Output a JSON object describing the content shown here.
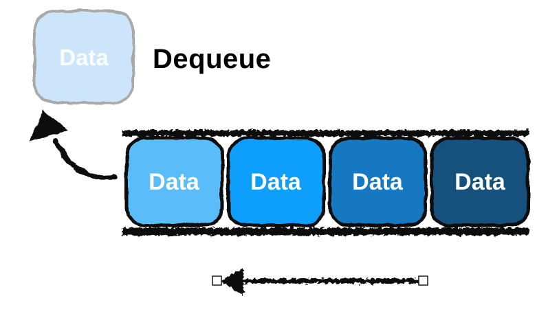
{
  "diagram": {
    "title": "Dequeue",
    "dequeued_item": {
      "label": "Data",
      "color": "#cde5fa",
      "border_color": "#a9a9a9",
      "label_color": "#ffffff"
    },
    "queue": {
      "items": [
        {
          "label": "Data",
          "color": "#5abcf8"
        },
        {
          "label": "Data",
          "color": "#0a9ffb"
        },
        {
          "label": "Data",
          "color": "#1878c1"
        },
        {
          "label": "Data",
          "color": "#17517e"
        }
      ],
      "label_color": "#ffffff",
      "rail_color": "#0d0d0d"
    },
    "arrows": {
      "dequeue_arrow": {
        "icon": "curved-arrow-up-left",
        "color": "#111111"
      },
      "direction_arrow": {
        "icon": "arrow-left",
        "color": "#111111",
        "handle_color": "#ffffff"
      }
    },
    "title_color": "#000000",
    "background_color": "#ffffff"
  }
}
